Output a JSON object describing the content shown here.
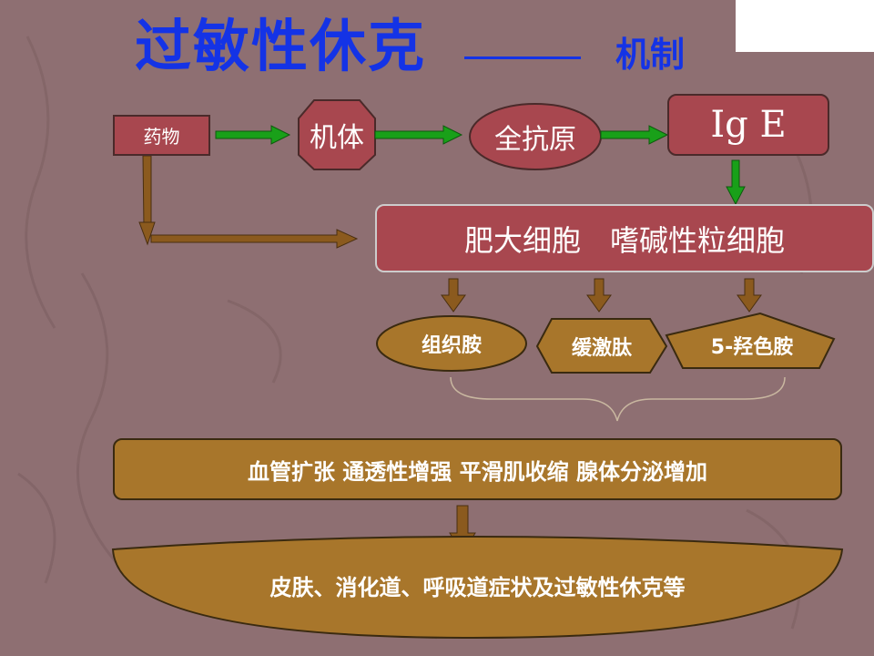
{
  "title": "过敏性休克",
  "subtitle": "机制",
  "flow": {
    "drug": "药物",
    "body": "机体",
    "antigen": "全抗原",
    "ige": "Ig E",
    "cells": "肥大细胞　嗜碱性粒细胞",
    "mediators": [
      "组织胺",
      "缓激肽",
      "5-羟色胺"
    ],
    "effects": "血管扩张 通透性增强 平滑肌收缩 腺体分泌增加",
    "outcome": "皮肤、消化道、呼吸道症状及过敏性休克等"
  },
  "colors": {
    "background": "#8e6f72",
    "title": "#1433e6",
    "red_box": "#a8474f",
    "gold_shape": "#a8762b",
    "green_arrow": "#19a019",
    "brown_arrow": "#8b5a1e"
  }
}
